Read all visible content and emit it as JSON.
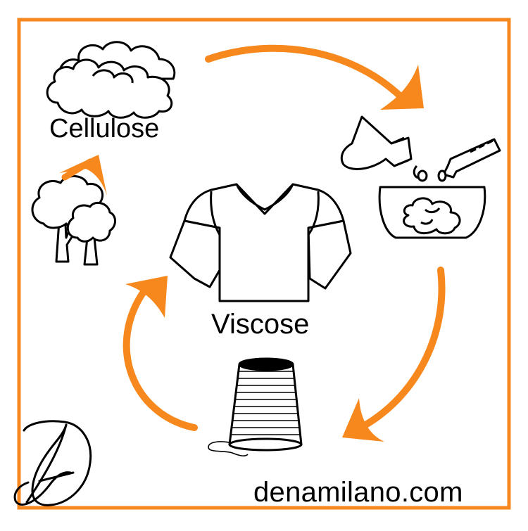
{
  "diagram": {
    "labels": {
      "cellulose": "Cellulose",
      "viscose": "Viscose"
    },
    "website": "denamilano.com",
    "signature_text": "",
    "colors": {
      "frame": "#F7871F",
      "arrows": "#F7881E",
      "line": "#000000",
      "background": "#FFFFFF"
    },
    "icons": [
      "trees-icon",
      "cotton-cloud-icon",
      "lab-flask-bath-icon",
      "yarn-cone-icon",
      "sweater-icon",
      "signature-logo"
    ]
  }
}
